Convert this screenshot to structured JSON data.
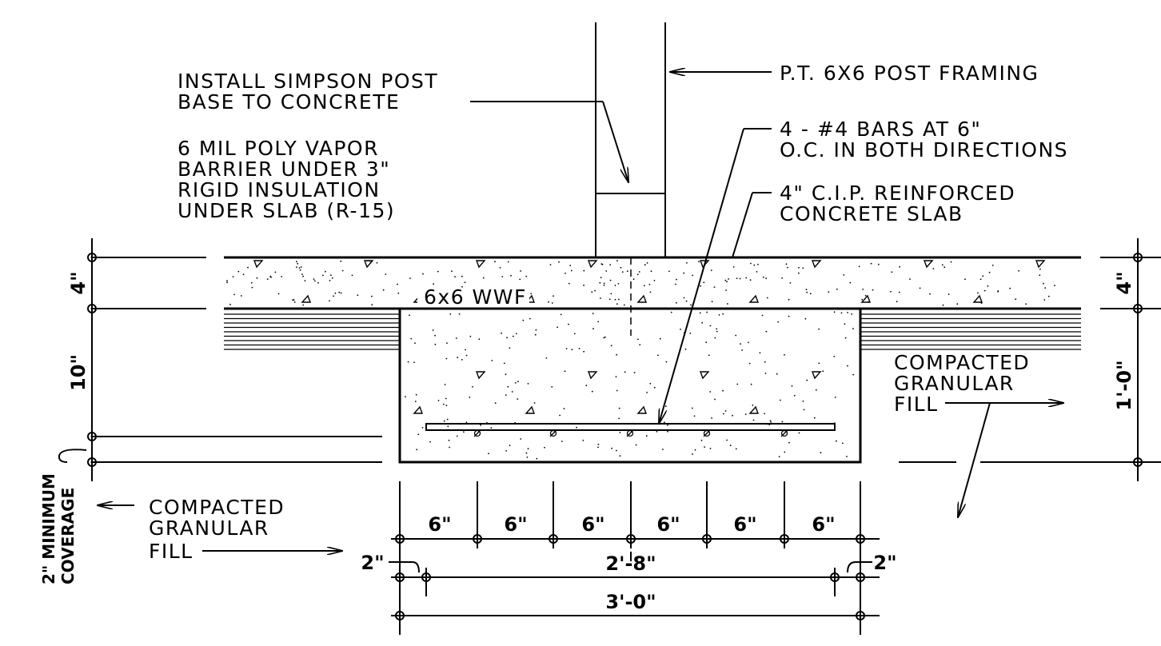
{
  "notes": {
    "post_base_line1": "INSTALL SIMPSON POST",
    "post_base_line2": "BASE TO CONCRETE",
    "vapor_line1": "6 MIL POLY VAPOR",
    "vapor_line2": "BARRIER UNDER 3\"",
    "vapor_line3": "RIGID INSULATION",
    "vapor_line4": "UNDER SLAB (R-15)",
    "post_framing": "P.T. 6X6 POST FRAMING",
    "bars_line1": "4 - #4 BARS AT 6\"",
    "bars_line2": "O.C. IN BOTH DIRECTIONS",
    "slab_line1": "4\" C.I.P. REINFORCED",
    "slab_line2": "CONCRETE SLAB",
    "wwf": "6x6 WWF",
    "fill_right_line1": "COMPACTED",
    "fill_right_line2": "GRANULAR",
    "fill_right_line3": "FILL",
    "fill_left_line1": "COMPACTED",
    "fill_left_line2": "GRANULAR",
    "fill_left_line3": "FILL",
    "coverage_line1": "2\" MINIMUM",
    "coverage_line2": "COVERAGE"
  },
  "dimensions": {
    "left_slab": "4\"",
    "left_footing": "10\"",
    "right_slab": "4\"",
    "right_footing": "1'-0\"",
    "spacing": [
      "6\"",
      "6\"",
      "6\"",
      "6\"",
      "6\"",
      "6\""
    ],
    "bar_width": "2'-8\"",
    "cover_left": "2\"",
    "cover_right": "2\"",
    "footing_width": "3'-0\""
  }
}
